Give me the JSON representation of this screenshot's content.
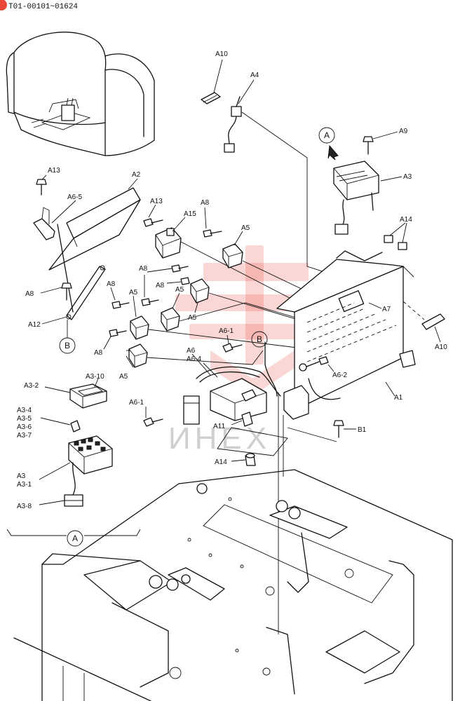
{
  "header": {
    "serial_range": "T01-00101~01624",
    "badge_color": "#e8473a"
  },
  "watermark": {
    "text": "ИНЕХ",
    "color": "#e8473a"
  },
  "callouts": {
    "view_a_top": "A",
    "view_a_bottom": "A",
    "b_left": "B",
    "b_center": "B"
  },
  "labels": {
    "A10_top": "A10",
    "A4": "A4",
    "A9": "A9",
    "A3": "A3",
    "A14_top": "A14",
    "A13_left": "A13",
    "A2": "A2",
    "A6_5": "A6-5",
    "A13_mid": "A13",
    "A15": "A15",
    "A8_top": "A8",
    "A5_top": "A5",
    "A8_mid1": "A8",
    "A8_mid2": "A8",
    "A8_left": "A8",
    "A12": "A12",
    "A8_mid3": "A8",
    "A5_mid1": "A5",
    "A5_mid2": "A5",
    "A5_mid3": "A5",
    "A7": "A7",
    "A10_right": "A10",
    "A8_low": "A8",
    "A6_1_top": "A6-1",
    "A6": "A6",
    "A6_4": "A6-4",
    "A5_low": "A5",
    "A6_2": "A6-2",
    "A1": "A1",
    "A3_2": "A3-2",
    "A3_10": "A3-10",
    "A3_4": "A3-4",
    "A3_5": "A3-5",
    "A3_6": "A3-6",
    "A3_7": "A3-7",
    "A6_1_low": "A6-1",
    "A11": "A11",
    "B1": "B1",
    "A14_low": "A14",
    "A3_main": "A3",
    "A3_1": "A3-1",
    "A3_8": "A3-8"
  }
}
